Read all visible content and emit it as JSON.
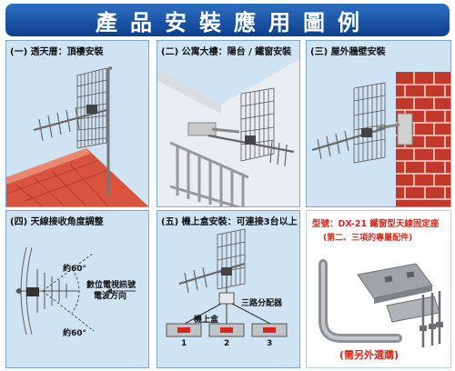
{
  "banner": {
    "title": "產品安裝應用圖例"
  },
  "panels": [
    {
      "caption": "(一) 透天厝：頂樓安裝"
    },
    {
      "caption": "(二) 公寓大樓：陽台 / 鐵窗安裝"
    },
    {
      "caption": "(三) 屋外牆壁安裝"
    },
    {
      "caption": "(四) 天線接收角度調整",
      "angle_top": "約60°",
      "angle_bottom": "約60°",
      "signal_line1": "數位電視訊號",
      "signal_line2": "電波方向"
    },
    {
      "caption": "(五) 機上盒安裝：可連接3台以上",
      "splitter_label": "三路分配器",
      "stb_label": "機上盒",
      "stb_numbers": [
        "1",
        "2",
        "3"
      ]
    },
    {
      "model_line": "型號：DX-21 鐵窗型天線固定座",
      "sub_line": "(第二、三項的專屬配件)",
      "note": "(需另外選購)"
    }
  ],
  "colors": {
    "banner": "#1a56a8",
    "panel_bg": "#cfe3f3",
    "accent_red": "#d6281e",
    "brick": "#c0392b"
  }
}
